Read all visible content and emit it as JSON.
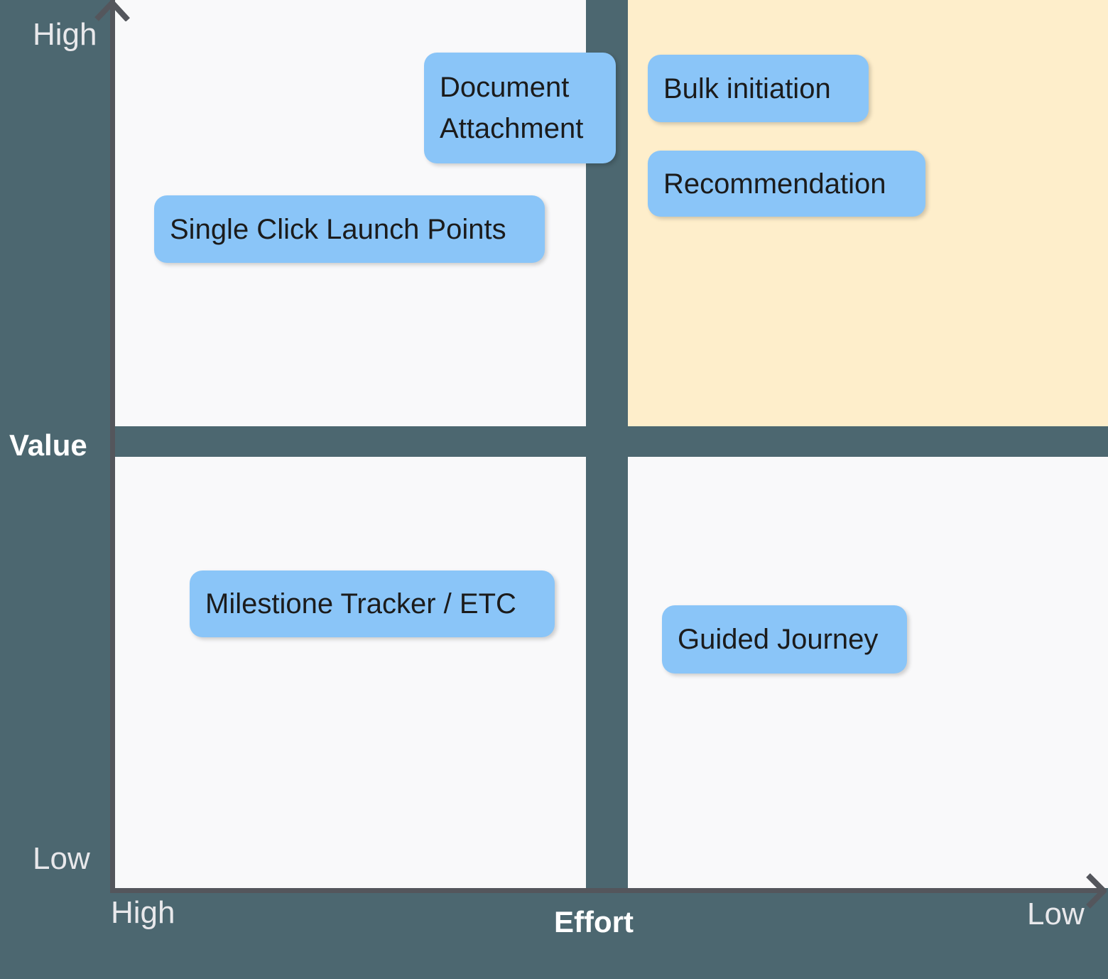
{
  "y_axis": {
    "label": "Value",
    "top_label": "High",
    "bottom_label": "Low"
  },
  "x_axis": {
    "label": "Effort",
    "left_label": "High",
    "right_label": "Low"
  },
  "quadrants": [
    {
      "position": "top-left",
      "highlighted": false
    },
    {
      "position": "top-right",
      "highlighted": true
    },
    {
      "position": "bottom-left",
      "highlighted": false
    },
    {
      "position": "bottom-right",
      "highlighted": false
    }
  ],
  "items": [
    {
      "label": "Document Attachment",
      "quadrant": "top-left"
    },
    {
      "label": "Bulk initiation",
      "quadrant": "top-right"
    },
    {
      "label": "Recommendation",
      "quadrant": "top-right"
    },
    {
      "label": "Single Click Launch Points",
      "quadrant": "top-left"
    },
    {
      "label": "Milestione Tracker / ETC",
      "quadrant": "bottom-left"
    },
    {
      "label": "Guided Journey",
      "quadrant": "bottom-right"
    }
  ],
  "colors": {
    "background": "#4C6770",
    "axis": "#54565C",
    "quadrant_fill": "#F9F9FA",
    "highlight_quadrant_fill": "#FEEECB",
    "item_fill": "#8AC5F8",
    "item_text": "#1B1B1B",
    "axis_end_label": "#E8E8EB",
    "axis_title": "#FFFFFF"
  }
}
